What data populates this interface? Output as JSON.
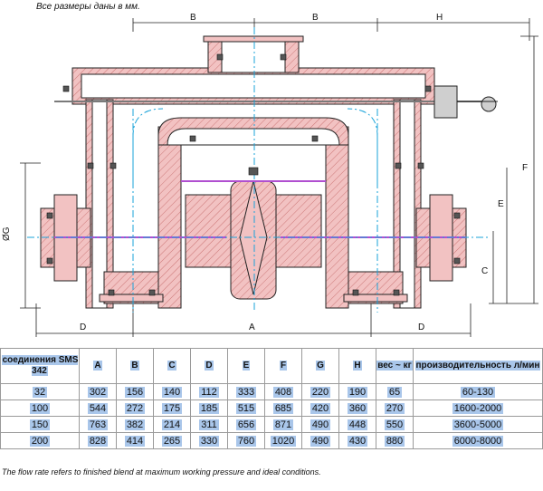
{
  "note_top": "Все размеры даны в мм.",
  "dimension_labels": {
    "B1": "B",
    "B2": "B",
    "H": "H",
    "F": "F",
    "E": "E",
    "C": "C",
    "G": "ØG",
    "D1": "D",
    "A": "A",
    "D2": "D"
  },
  "colors": {
    "pipe_fill": "#f2c2c2",
    "outline": "#222222",
    "centerline": "#1aa3d9",
    "shaft_highlight": "#b04fd0",
    "table_highlight": "#a9c6ea"
  },
  "table": {
    "headers": [
      {
        "key": "conn",
        "label": "соединения SMS 342"
      },
      {
        "key": "A",
        "label": "A"
      },
      {
        "key": "B",
        "label": "B"
      },
      {
        "key": "C",
        "label": "C"
      },
      {
        "key": "D",
        "label": "D"
      },
      {
        "key": "E",
        "label": "E"
      },
      {
        "key": "F",
        "label": "F"
      },
      {
        "key": "G",
        "label": "G"
      },
      {
        "key": "H",
        "label": "H"
      },
      {
        "key": "weight",
        "label": "вес ~ кг"
      },
      {
        "key": "capacity",
        "label": "производительность л/мин"
      }
    ],
    "rows": [
      [
        "32",
        "302",
        "156",
        "140",
        "112",
        "333",
        "408",
        "220",
        "190",
        "65",
        "60-130"
      ],
      [
        "100",
        "544",
        "272",
        "175",
        "185",
        "515",
        "685",
        "420",
        "360",
        "270",
        "1600-2000"
      ],
      [
        "150",
        "763",
        "382",
        "214",
        "311",
        "656",
        "871",
        "490",
        "448",
        "550",
        "3600-5000"
      ],
      [
        "200",
        "828",
        "414",
        "265",
        "330",
        "760",
        "1020",
        "490",
        "430",
        "880",
        "6000-8000"
      ]
    ]
  },
  "footnote": "The flow rate refers to finished blend at maximum working pressure and ideal conditions."
}
